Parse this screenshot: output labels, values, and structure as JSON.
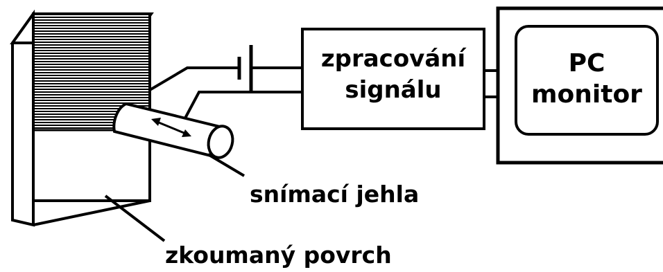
{
  "labels": {
    "processing_line1": "zpracování",
    "processing_line2": "signálu",
    "pc_line1": "PC",
    "pc_line2": "monitor",
    "needle": "snímací jehla",
    "surface": "zkoumaný povrch"
  },
  "colors": {
    "ink": "#000000",
    "background": "#ffffff"
  }
}
